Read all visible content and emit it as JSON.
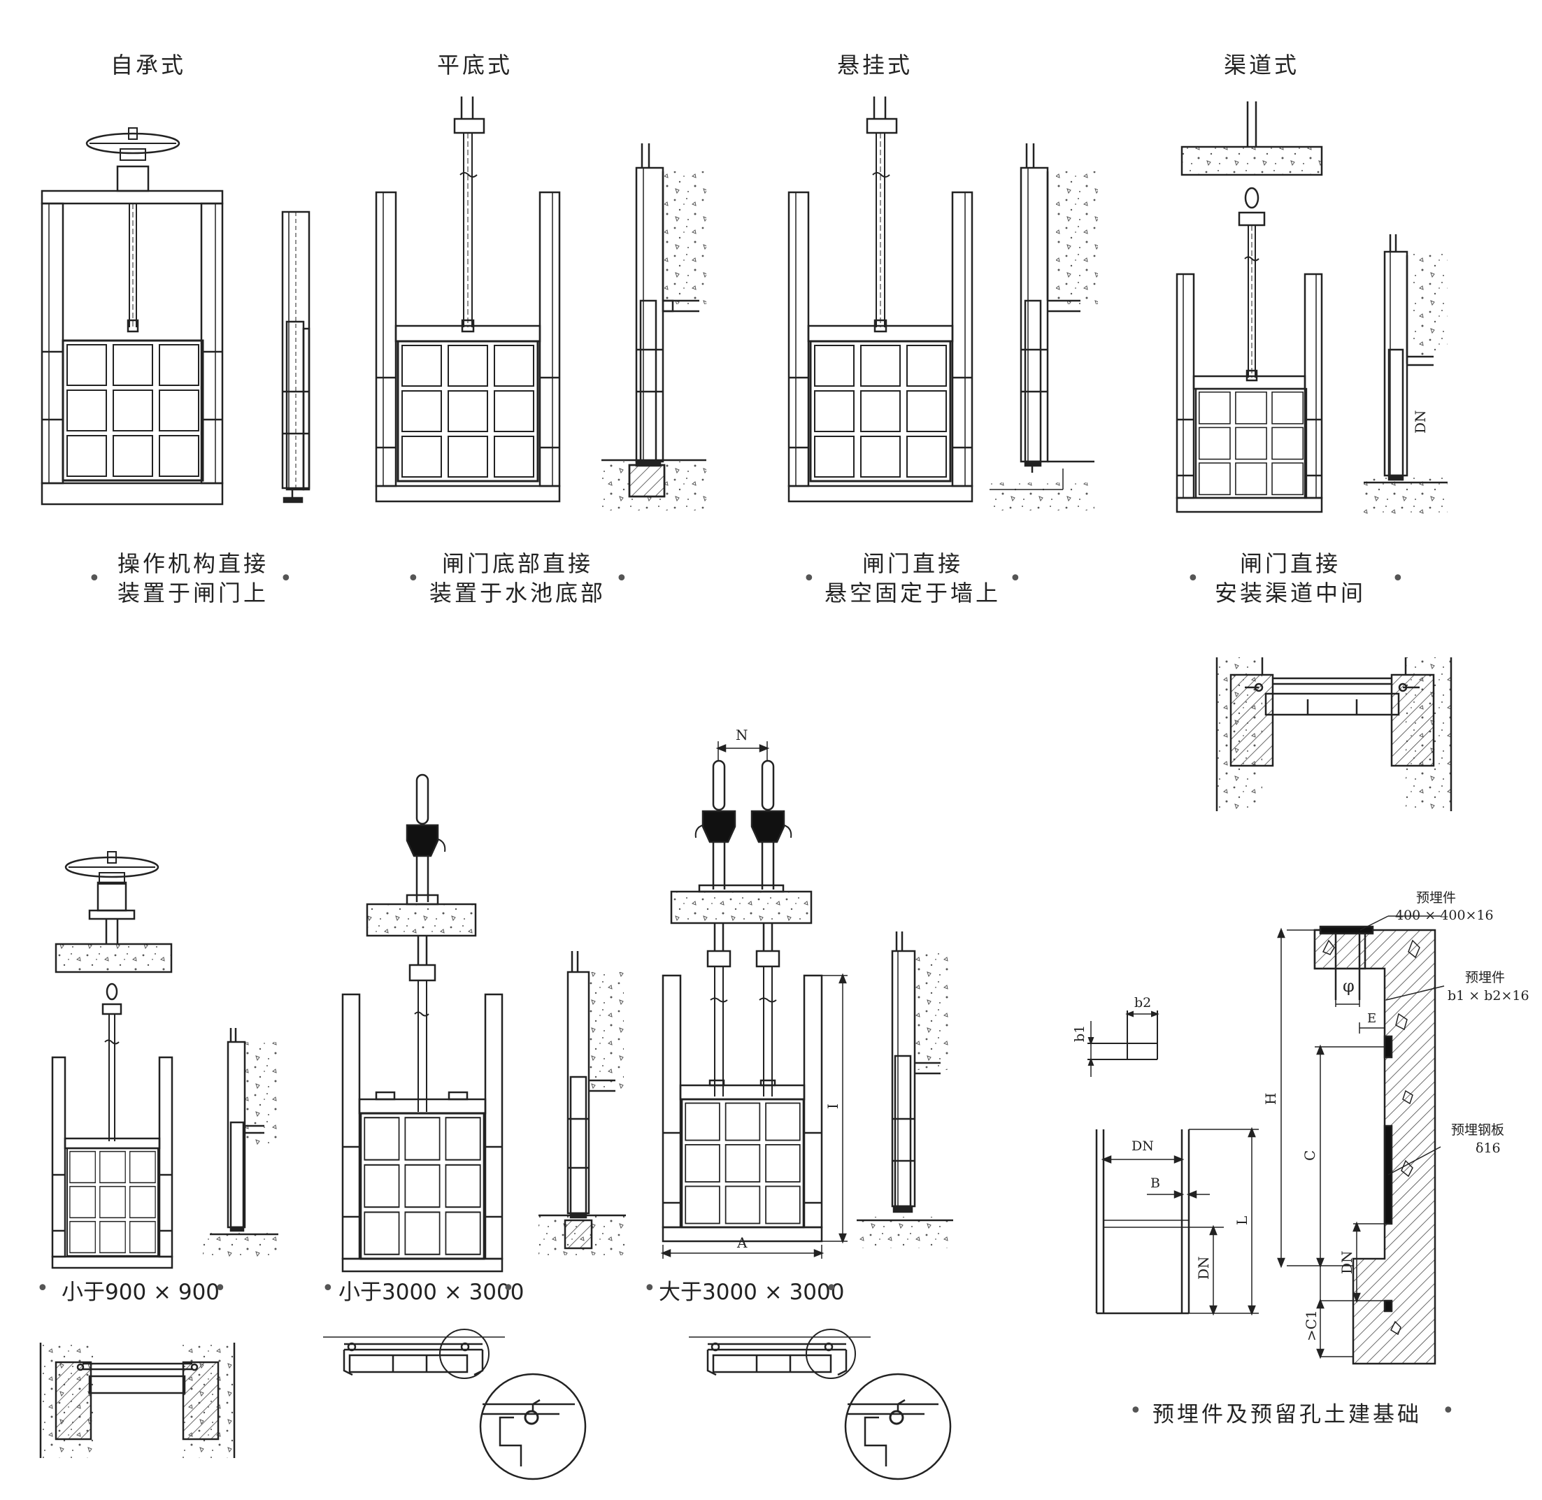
{
  "types": [
    {
      "title": "自承式",
      "caption": [
        "操作机构直接",
        "装置于闸门上"
      ]
    },
    {
      "title": "平底式",
      "caption": [
        "闸门底部直接",
        "装置于水池底部"
      ]
    },
    {
      "title": "悬挂式",
      "caption": [
        "闸门直接",
        "悬空固定于墙上"
      ]
    },
    {
      "title": "渠道式",
      "caption": [
        "闸门直接",
        "安装渠道中间"
      ]
    }
  ],
  "sizes": [
    {
      "label": "小于900 × 900"
    },
    {
      "label": "小于3000 × 3000"
    },
    {
      "label": "大于3000 × 3000"
    }
  ],
  "foundation": {
    "caption": "预埋件及预留孔土建基础",
    "embed1_title": "预埋件",
    "embed1_size": "400 × 400×16",
    "embed2_title": "预埋件",
    "embed2_size": "b1 × b2×16",
    "plate_title": "预埋钢板",
    "plate_size": "δ16",
    "phi": "φ",
    "E": "E",
    "H": "H",
    "C": "C",
    "DN": "DN",
    "C1": ">C1",
    "b1": "b1",
    "b2": "b2",
    "B": "B",
    "L": "L"
  },
  "dims": {
    "N": "N",
    "A": "A",
    "I": "I",
    "DN": "DN"
  }
}
